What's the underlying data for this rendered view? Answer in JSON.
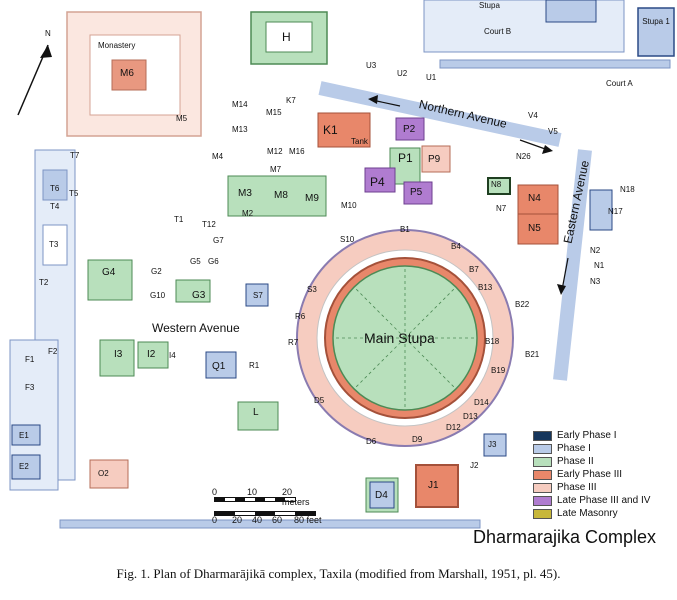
{
  "title": "Dharmarajika Complex",
  "caption": "Fig. 1. Plan of Dharmarājikā complex, Taxila (modified from Marshall, 1951, pl. 45).",
  "colors": {
    "early_phase_1": "#16365c",
    "phase_1": "#b9cbe8",
    "phase_2": "#b8e0bc",
    "early_phase_3": "#e8876a",
    "phase_3": "#f6ccc0",
    "late_phase_3_4": "#b07cd0",
    "late_masonry": "#c7b73a"
  },
  "legend": [
    {
      "label": "Early Phase I",
      "color": "#16365c"
    },
    {
      "label": "Phase I",
      "color": "#b9cbe8"
    },
    {
      "label": "Phase II",
      "color": "#b8e0bc"
    },
    {
      "label": "Early Phase III",
      "color": "#e8876a"
    },
    {
      "label": "Phase III",
      "color": "#f6ccc0"
    },
    {
      "label": "Late Phase III and IV",
      "color": "#b07cd0"
    },
    {
      "label": "Late Masonry",
      "color": "#c7b73a"
    }
  ],
  "north": "N",
  "areas": {
    "monastery": "Monastery",
    "m6": "M6",
    "h": "H",
    "stupa": "Stupa",
    "stupa1": "Stupa 1",
    "court_a": "Court A",
    "court_b": "Court B",
    "northern_avenue": "Northern Avenue",
    "eastern_avenue": "Eastern Avenue",
    "western_avenue": "Western Avenue",
    "main_stupa": "Main Stupa",
    "tank": "Tank"
  },
  "labels": {
    "m14": "M14",
    "m15": "M15",
    "m13": "M13",
    "m5": "M5",
    "m4": "M4",
    "m12": "M12",
    "m16": "M16",
    "m7": "M7",
    "m3": "M3",
    "m8": "M8",
    "m9": "M9",
    "m2": "M2",
    "m10": "M10",
    "k1": "K1",
    "k7": "K7",
    "p2": "P2",
    "p1": "P1",
    "p9": "P9",
    "p4": "P4",
    "p5": "P5",
    "n8": "N8",
    "n4": "N4",
    "n5": "N5",
    "n7": "N7",
    "t7": "T7",
    "t6": "T6",
    "t5": "T5",
    "t4": "T4",
    "t3": "T3",
    "t2": "T2",
    "t1": "T1",
    "t12": "T12",
    "g4": "G4",
    "g5": "G5",
    "g6": "G6",
    "g7": "G7",
    "g3": "G3",
    "g10": "G10",
    "g2": "G2",
    "s7": "S7",
    "s10": "S10",
    "s3": "S3",
    "r1": "R1",
    "r7": "R7",
    "r6": "R6",
    "b1": "B1",
    "b4": "B4",
    "b7": "B7",
    "b13": "B13",
    "b19": "B19",
    "b18": "B18",
    "b22": "B22",
    "b21": "B21",
    "i3": "I3",
    "i2": "I2",
    "i4": "I4",
    "q1": "Q1",
    "l": "L",
    "f1": "F1",
    "f2": "F2",
    "f3": "F3",
    "e1": "E1",
    "e2": "E2",
    "d4": "D4",
    "j1": "J1",
    "j2": "J2",
    "j3": "J3",
    "d9": "D9",
    "d12": "D12",
    "d14": "D14",
    "d13": "D13",
    "d5": "D5",
    "d6": "D6",
    "o2": "O2",
    "u1": "U1",
    "u2": "U2",
    "u3": "U3",
    "v4": "V4",
    "v5": "V5",
    "n26": "N26",
    "n18": "N18",
    "n17": "N17",
    "n3": "N3",
    "n1": "N1",
    "n2": "N2"
  },
  "scale": {
    "meters_label": "20 meters",
    "feet_label": "80 feet",
    "m_ticks": [
      "0",
      "10"
    ],
    "ft_ticks": [
      "0",
      "20",
      "40",
      "60"
    ]
  }
}
